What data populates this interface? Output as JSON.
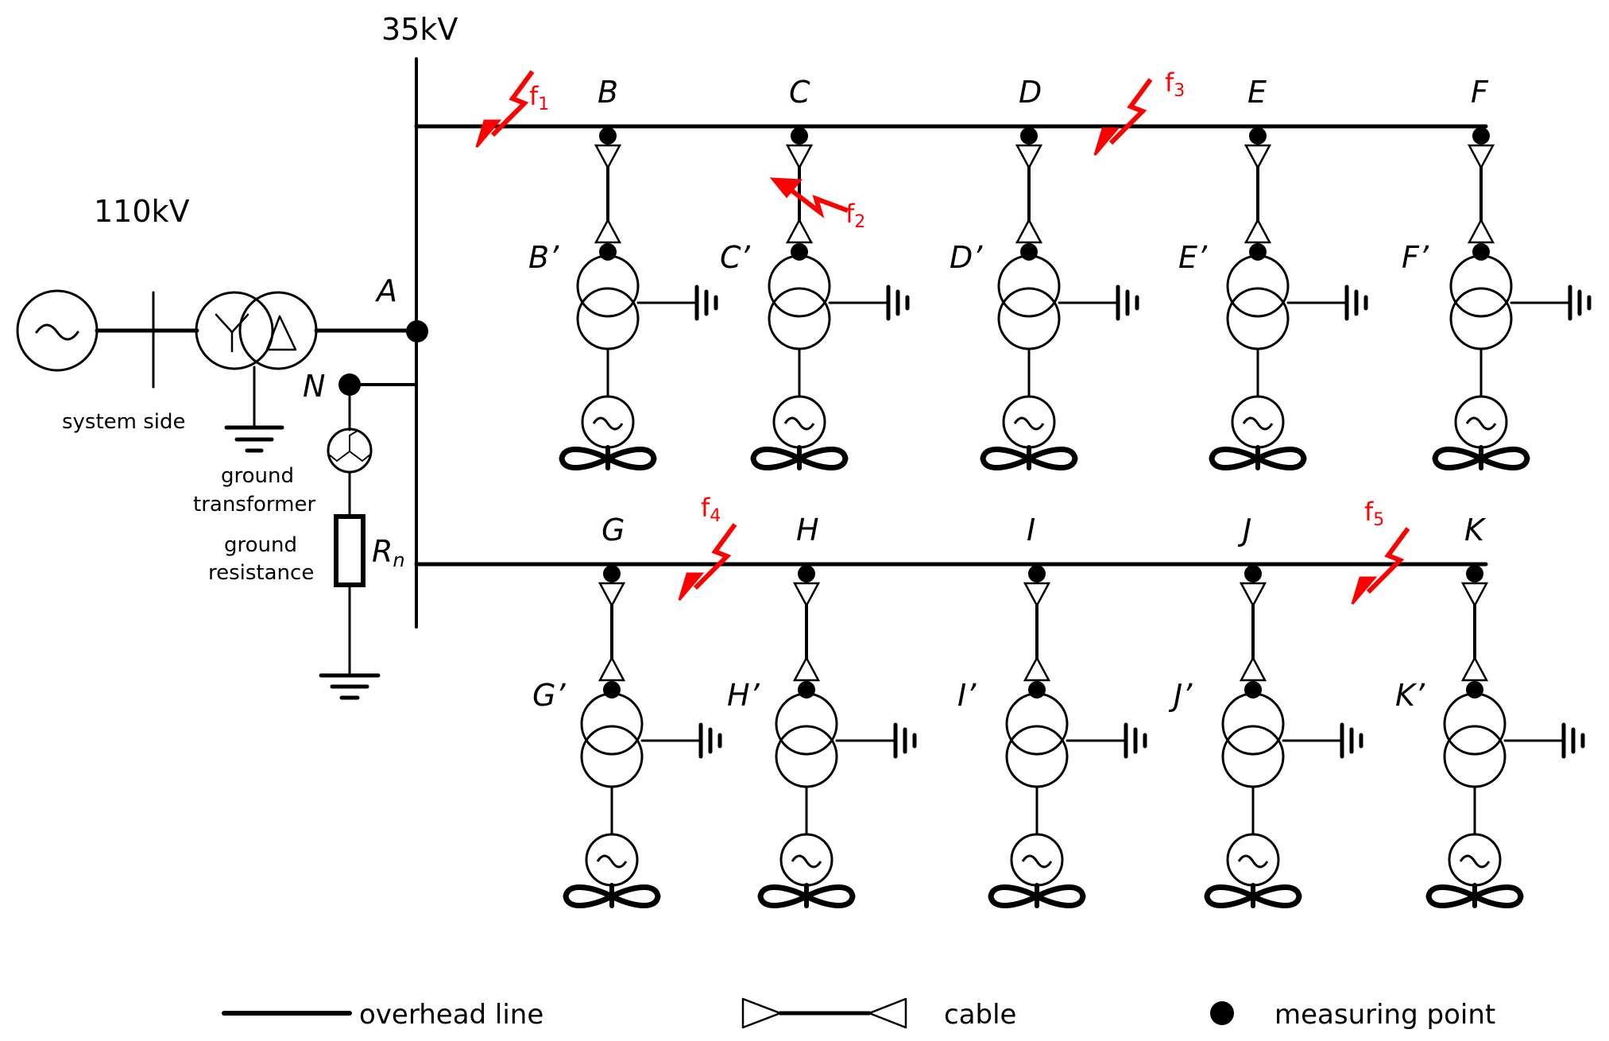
{
  "voltages": {
    "high": "110kV",
    "medium": "35kV"
  },
  "labels": {
    "system_side": "system side",
    "ground_transformer_line1": "ground",
    "ground_transformer_line2": "transformer",
    "ground_resistance_line1": "ground",
    "ground_resistance_line2": "resistance",
    "rn_main": "R",
    "rn_sub": "n",
    "node_a": "A",
    "node_n": "N"
  },
  "feeders": [
    {
      "name": "upper",
      "nodes": [
        {
          "label": "B",
          "prime": "B’"
        },
        {
          "label": "C",
          "prime": "C’"
        },
        {
          "label": "D",
          "prime": "D’"
        },
        {
          "label": "E",
          "prime": "E’"
        },
        {
          "label": "F",
          "prime": "F’"
        }
      ]
    },
    {
      "name": "lower",
      "nodes": [
        {
          "label": "G",
          "prime": "G’"
        },
        {
          "label": "H",
          "prime": "H’"
        },
        {
          "label": "I",
          "prime": "I’"
        },
        {
          "label": "J",
          "prime": "J’"
        },
        {
          "label": "K",
          "prime": "K’"
        }
      ]
    }
  ],
  "faults": [
    {
      "main": "f",
      "sub": "1"
    },
    {
      "main": "f",
      "sub": "2"
    },
    {
      "main": "f",
      "sub": "3"
    },
    {
      "main": "f",
      "sub": "4"
    },
    {
      "main": "f",
      "sub": "5"
    }
  ],
  "legend": {
    "overhead_line": "overhead line",
    "cable": "cable",
    "measuring_point": "measuring point"
  },
  "colors": {
    "line": "#000000",
    "fault": "#ff0000"
  }
}
